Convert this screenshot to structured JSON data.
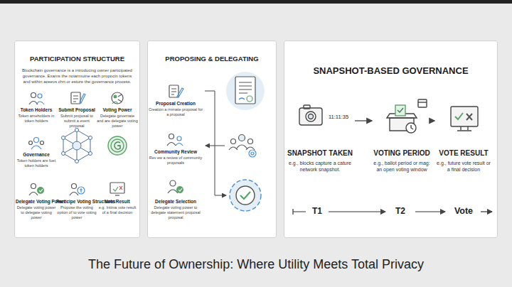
{
  "diagram": {
    "caption": "The Future of Ownership: Where Utility Meets Total Privacy",
    "nodes": [
      {
        "text": [
          "PARTICIPATION STRUCTURE",
          "Blockchain governance is a introducing owner participated governance. Exams the notarmuine each propocin tokens and within aceevs chrt or esture the governance process."
        ]
      },
      {
        "text": [
          "Token Holders",
          "Token ameholders in token holders"
        ],
        "in": 0
      },
      {
        "text": [
          "Submit Proposal",
          "Submit proposal to submit a event proposal"
        ],
        "in": 0
      },
      {
        "text": [
          "Voting Power",
          "Delegate governate and are delegate voting power"
        ],
        "in": 0
      },
      {
        "text": [
          "Governance",
          "Token holders are fuet token holders"
        ],
        "in": 0
      },
      {
        "text": [
          "Delegate Voting Power",
          "Delegate voting power to delegate voting power"
        ],
        "in": 0
      },
      {
        "text": [
          "Participe Voting Structures",
          "Propose the voting option of to vote voting power"
        ],
        "in": 0
      },
      {
        "text": [
          "Vote Result",
          "e.g. Intima vote result of a final decision"
        ],
        "in": 0
      },
      {
        "text": [
          "PROPOSING & DELEGATING"
        ]
      },
      {
        "text": [
          "Proposal Creation",
          "Creation a rmmate proposal for a proposal"
        ],
        "in": 8
      },
      {
        "text": [
          "Community Review",
          "Rev ew a review of community proposals"
        ],
        "in": 8
      },
      {
        "text": [
          "Delegate Selection",
          "Delegate voting power to delegate statement proposal proposal"
        ],
        "in": 8
      },
      {
        "text": [
          "SNAPSHOT-BASED GOVERNANCE"
        ]
      },
      {
        "text": [
          "SNAPSHOT TAKEN",
          "e.g., blocks capture a cature network snapshot."
        ],
        "in": 12
      },
      {
        "text": [
          "VOTING PERIOD",
          "e.g., ballot period or mag: an open voting window"
        ],
        "in": 12
      },
      {
        "text": [
          "VOTE RESULT",
          "e.g., future vote result or a final decision"
        ],
        "in": 12
      }
    ],
    "edges": [
      {
        "from": 13,
        "to": 14,
        "arrow": "to"
      },
      {
        "from": 14,
        "to": 15,
        "arrow": "to"
      }
    ],
    "labels": [
      "11:11:35",
      "T1",
      "T2",
      "Vote"
    ]
  }
}
